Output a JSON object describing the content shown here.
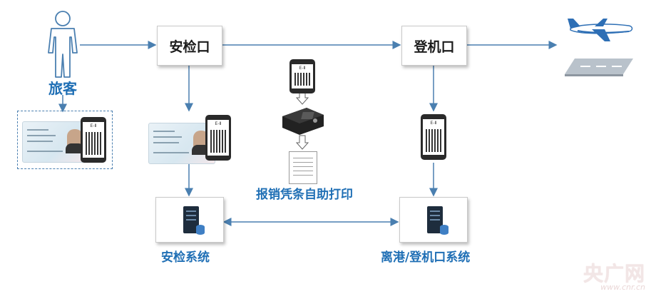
{
  "diagram": {
    "passenger_label": "旅客",
    "security_checkpoint_label": "安检口",
    "boarding_gate_label": "登机口",
    "receipt_print_label": "报销凭条自助打印",
    "security_system_label": "安检系统",
    "departure_system_label": "离港/登机口系统",
    "phone_header": "E-Ⅱ"
  },
  "watermark": {
    "logo": "央广网",
    "url": "www.cnr.cn"
  },
  "colors": {
    "arrow": "#4a7fb0",
    "label_blue": "#1f6fb5",
    "box_border": "#c9c9c9"
  }
}
